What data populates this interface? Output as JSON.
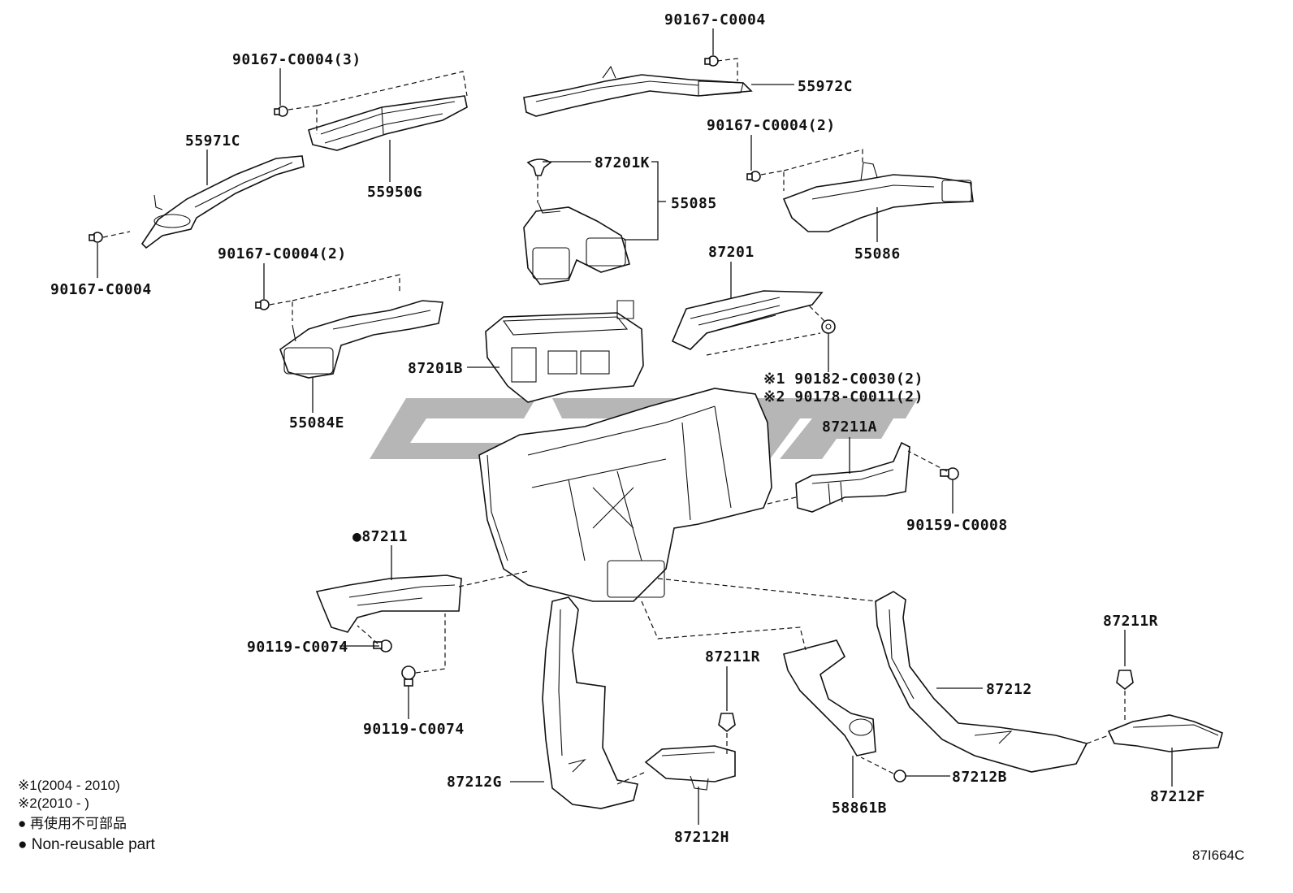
{
  "labels": {
    "p90167_c0004_top": "90167-C0004",
    "p55972C": "55972C",
    "p90167_c0004_3": "90167-C0004(3)",
    "p55971C": "55971C",
    "p55950G": "55950G",
    "p90167_c0004_left": "90167-C0004",
    "p87201K": "87201K",
    "p55085": "55085",
    "p90167_c0004_2_right": "90167-C0004(2)",
    "p55086": "55086",
    "p90167_c0004_2_left": "90167-C0004(2)",
    "p87201": "87201",
    "p55084E": "55084E",
    "p87201B": "87201B",
    "p90182_c0030": "※1 90182-C0030(2)",
    "p90178_c0011": "※2 90178-C0011(2)",
    "p87211A": "87211A",
    "p90159_c0008": "90159-C0008",
    "p87211": "●87211",
    "p90119_c0074_a": "90119-C0074",
    "p90119_c0074_b": "90119-C0074",
    "p87211R_mid": "87211R",
    "p87211R_right": "87211R",
    "p87212": "87212",
    "p87212G": "87212G",
    "p87212B": "87212B",
    "p87212H": "87212H",
    "p58861B": "58861B",
    "p87212F": "87212F"
  },
  "legend": {
    "note1": "※1(2004 - 2010)",
    "note2": "※2(2010 -        )",
    "jp": "● 再使用不可部品",
    "en": "● Non-reusable part"
  },
  "diagram_code": "87I664C"
}
